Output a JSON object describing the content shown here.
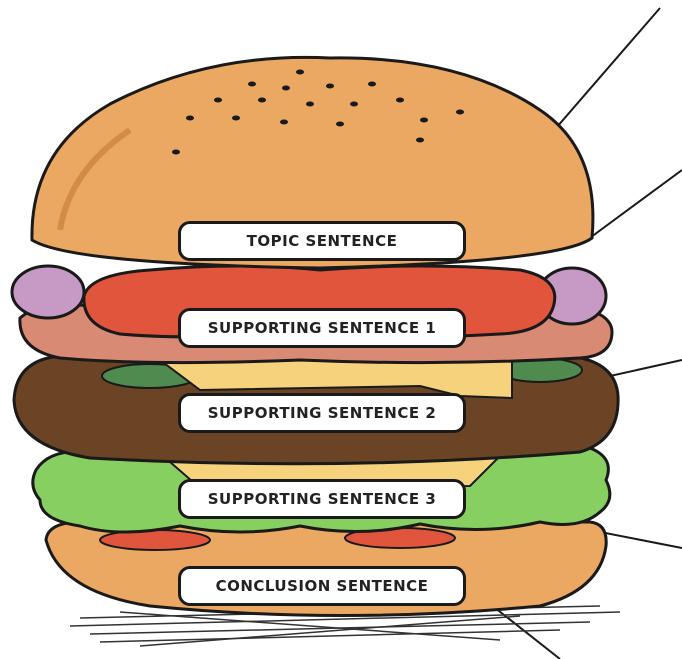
{
  "labels": {
    "topic": "TOPIC SENTENCE",
    "support1": "SUPPORTING SENTENCE 1",
    "support2": "SUPPORTING SENTENCE 2",
    "support3": "SUPPORTING SENTENCE 3",
    "conclusion": "CONCLUSION SENTENCE"
  },
  "colors": {
    "bun": "#eaa863",
    "patty": "#6a4424",
    "lettuce": "#86cf60",
    "tomato": "#e2553d",
    "cheese": "#f6d27d",
    "onion": "#c79ac6",
    "outline": "#1a1a1a"
  }
}
